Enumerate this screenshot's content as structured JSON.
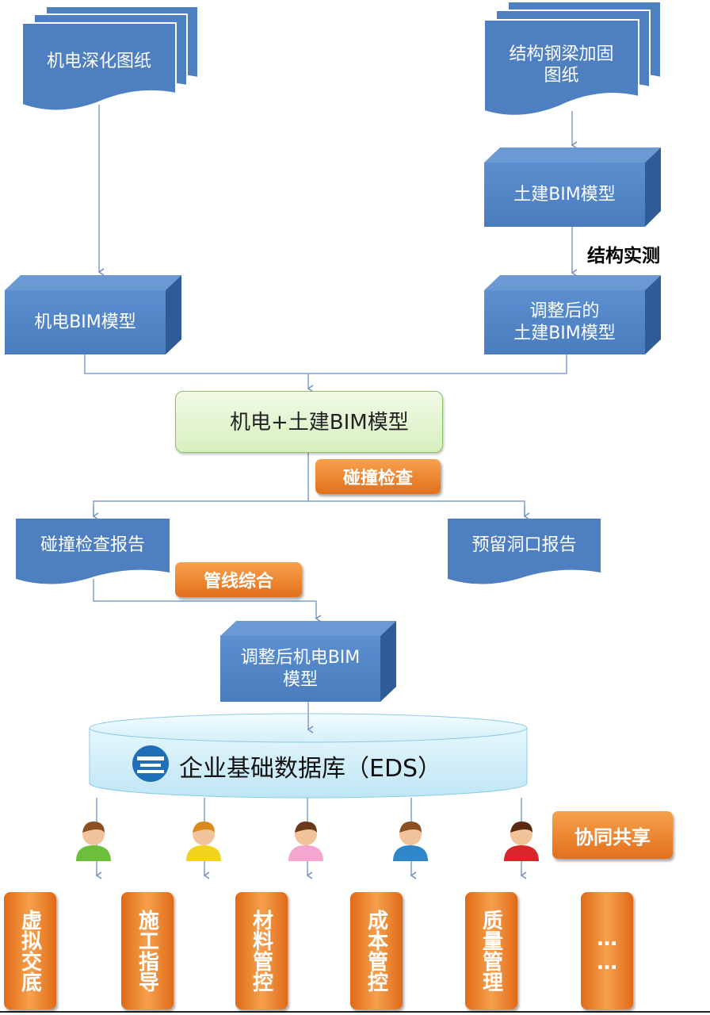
{
  "nodes": {
    "mep_drawings": "机电深化图纸",
    "steel_drawings_line1": "结构钢梁加固",
    "steel_drawings_line2": "图纸",
    "civil_model": "土建BIM模型",
    "survey_note": "结构实测",
    "mep_model": "机电BIM模型",
    "adjusted_civil_line1": "调整后的",
    "adjusted_civil_line2": "土建BIM模型",
    "combined_model": "机电+土建BIM模型",
    "clash_tag": "碰撞检查",
    "clash_report": "碰撞检查报告",
    "opening_report": "预留洞口报告",
    "pipeline_tag": "管线综合",
    "adjusted_mep_line1": "调整后机电BIM",
    "adjusted_mep_line2": "模型",
    "database": "企业基础数据库（EDS）",
    "share_tag": "协同共享"
  },
  "applications": [
    "虚拟交底",
    "施工指导",
    "材料管控",
    "成本管控",
    "质量管理",
    "……"
  ],
  "colors": {
    "box_blue": "#4e7fc0",
    "box_blue_dark": "#3b66a3",
    "connector": "#7f9fcf",
    "orange": "#ee8a33",
    "green_box": "#dff1cc",
    "database": "#cdeefa"
  },
  "icons": [
    "company-logo-icon",
    "database-logo-icon",
    "person-icon"
  ]
}
